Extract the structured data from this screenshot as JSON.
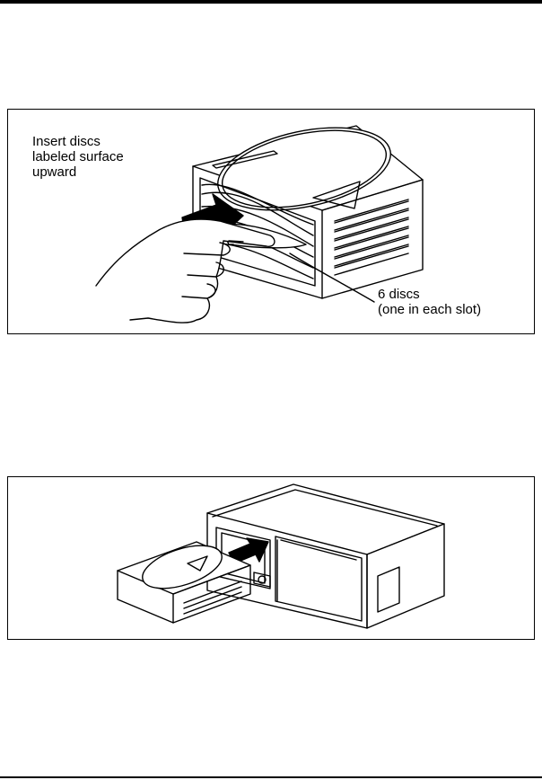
{
  "figure1": {
    "instruction_lines": [
      "Insert discs",
      "labeled surface",
      "upward"
    ],
    "callout_lines": [
      "6 discs",
      "(one in each slot)"
    ]
  }
}
